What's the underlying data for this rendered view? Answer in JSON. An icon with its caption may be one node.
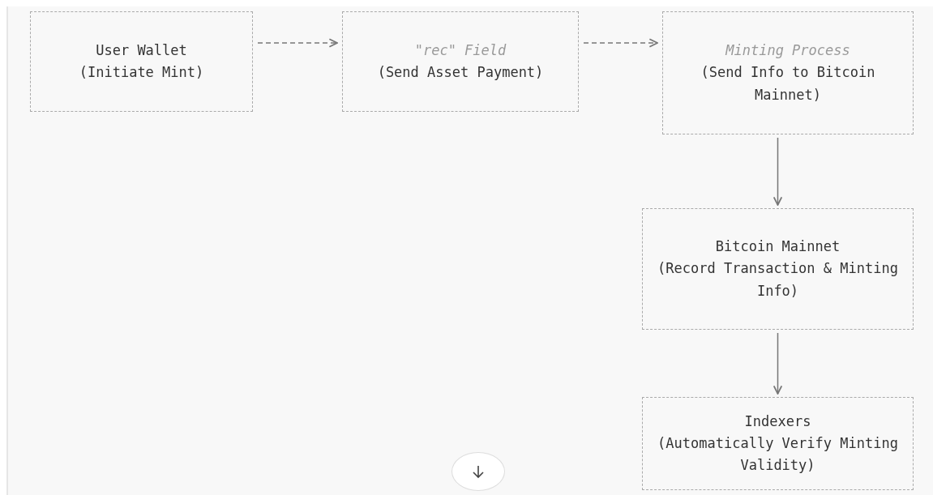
{
  "diagram": {
    "nodes": [
      {
        "text": [
          "User Wallet",
          "(Initiate Mint)"
        ]
      },
      {
        "text": [
          "\"rec\" Field",
          "(Send Asset Payment)"
        ]
      },
      {
        "text": [
          "Minting Process",
          "(Send Info to Bitcoin Mainnet)"
        ]
      },
      {
        "text": [
          "Bitcoin Mainnet",
          "(Record Transaction & Minting Info)"
        ]
      },
      {
        "text": [
          "Indexers",
          "(Automatically Verify Minting Validity)"
        ]
      }
    ],
    "edges": [
      {
        "from": 0,
        "to": 1,
        "arrow": "to",
        "style": "dashed"
      },
      {
        "from": 1,
        "to": 2,
        "arrow": "to",
        "style": "dashed"
      },
      {
        "from": 2,
        "to": 3,
        "arrow": "to"
      },
      {
        "from": 3,
        "to": 4,
        "arrow": "to"
      }
    ]
  }
}
